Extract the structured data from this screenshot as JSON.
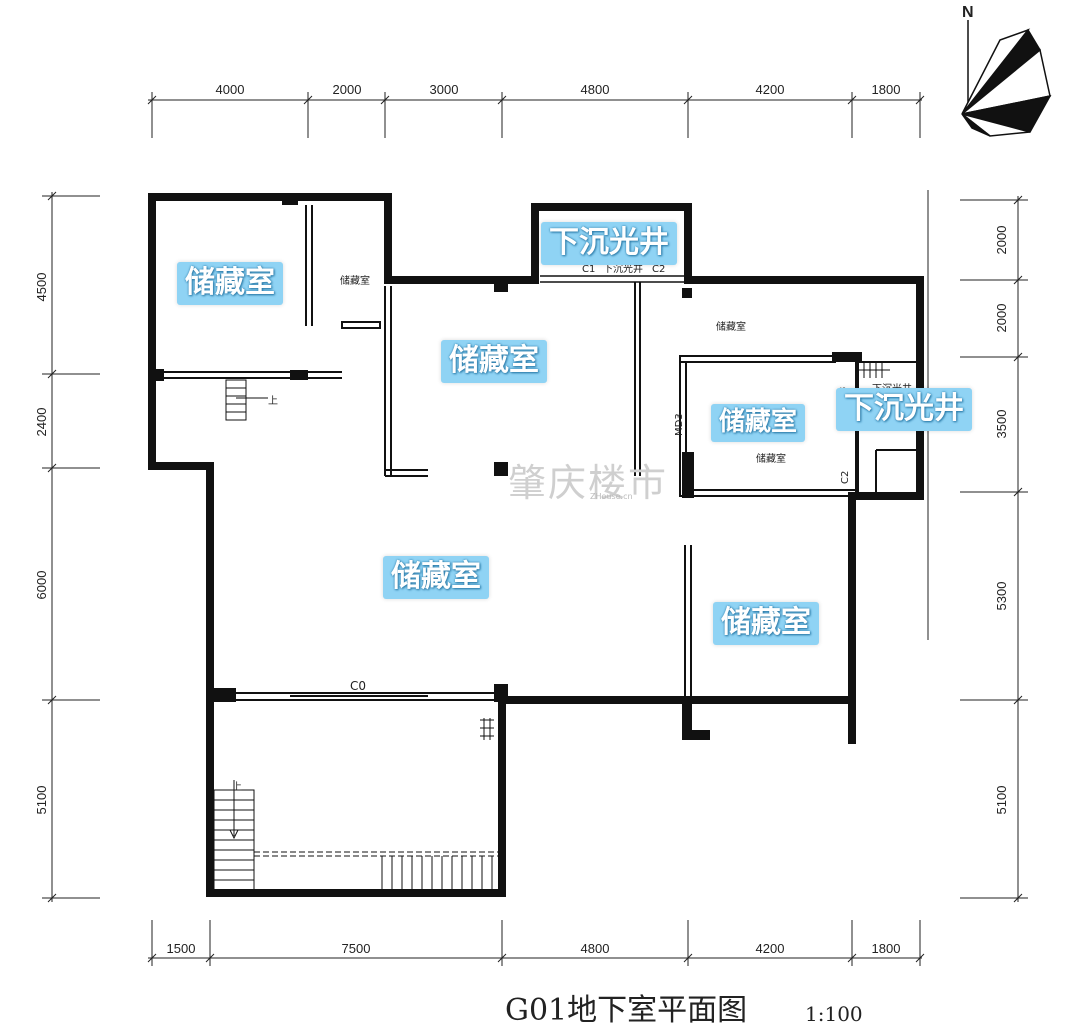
{
  "title": "G01地下室平面图",
  "scale": "1:100",
  "north_label": "N",
  "watermark": "肇庆楼市",
  "watermark_sub": "ZHouse.cn",
  "dims": {
    "top": [
      "4000",
      "2000",
      "3000",
      "4800",
      "4200",
      "1800"
    ],
    "bottom": [
      "1500",
      "7500",
      "4800",
      "4200",
      "1800"
    ],
    "left": [
      "4500",
      "2400",
      "6000",
      "5100"
    ],
    "right": [
      "2000",
      "2000",
      "3500",
      "5300",
      "5100"
    ]
  },
  "rooms": {
    "storage_nw": "储藏室",
    "storage_center_top": "储藏室",
    "storage_east_inner": "储藏室",
    "storage_center": "储藏室",
    "storage_se": "储藏室",
    "lightwell_north": "下沉光井",
    "lightwell_east": "下沉光井"
  },
  "small_labels": {
    "nw_small": "储藏室",
    "east_small": "储藏室",
    "inner_small": "储藏室",
    "lw_north_small": "下沉光井",
    "lw_east_small": "下沉光井",
    "c1": "C1",
    "c2_top": "C2",
    "c2_side": "C2",
    "c3_side": "C3",
    "md3": "MD3",
    "c0": "C0",
    "up_1": "上",
    "up_2": "上"
  }
}
